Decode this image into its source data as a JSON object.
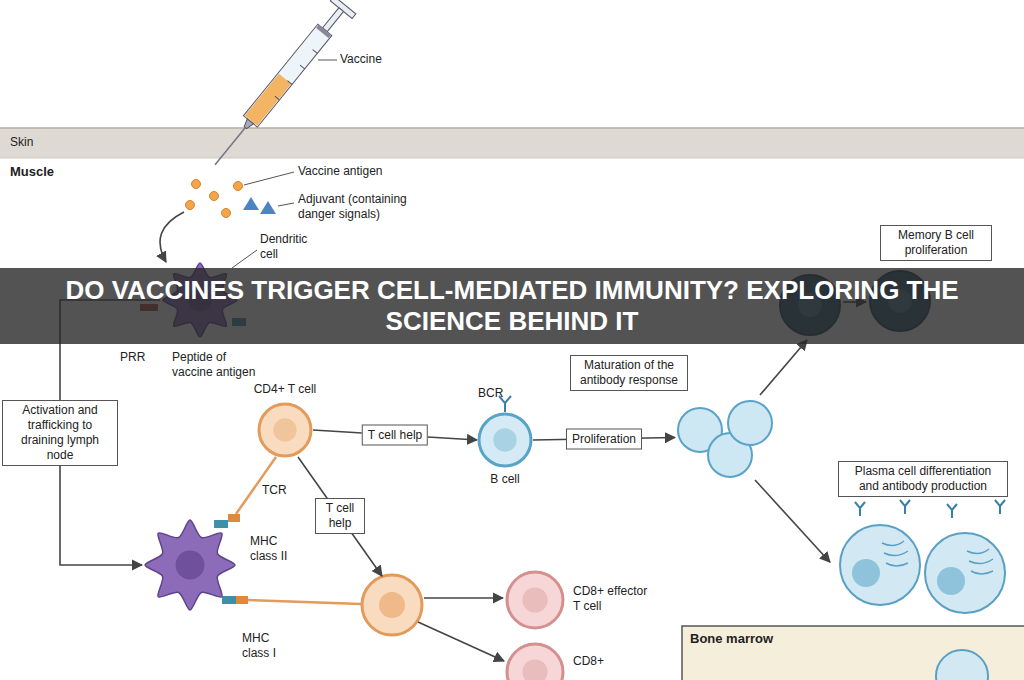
{
  "diagram": {
    "title": "DO VACCINES TRIGGER CELL-MEDIATED IMMUNITY? EXPLORING THE SCIENCE BEHIND IT",
    "nodes": [
      {
        "text": [
          "Dendritic cell"
        ]
      },
      {
        "text": [
          "CD4+ T cell"
        ]
      },
      {
        "text": [
          "B cell"
        ]
      },
      {
        "text": [
          "Maturation of the antibody response"
        ]
      },
      {
        "text": [
          "Memory B cell proliferation"
        ]
      },
      {
        "text": [
          "Plasma cell differentiation and antibody production"
        ]
      },
      {
        "text": [
          "MHC class II",
          "MHC class I"
        ]
      },
      {
        "text": [
          "CD8+ effector T cell"
        ]
      },
      {
        "text": [
          "CD8+"
        ]
      },
      {
        "text": [
          "Bone marrow"
        ]
      }
    ],
    "edges": [
      {
        "from": 0,
        "to": 6,
        "arrow": "to",
        "label": "Activation and trafficking to draining lymph node"
      },
      {
        "from": 1,
        "to": 2,
        "arrow": "to",
        "label": "T cell help"
      },
      {
        "from": 2,
        "to": 3,
        "arrow": "to",
        "label": "Proliferation"
      },
      {
        "from": 3,
        "to": 4,
        "arrow": "to"
      },
      {
        "from": 3,
        "to": 5,
        "arrow": "to"
      }
    ],
    "labels": [
      "Vaccine",
      "Skin",
      "Muscle",
      "Vaccine antigen",
      "Adjuvant (containing danger signals)",
      "PRR",
      "Peptide of vaccine antigen",
      "TCR",
      "BCR",
      "T cell help"
    ]
  }
}
